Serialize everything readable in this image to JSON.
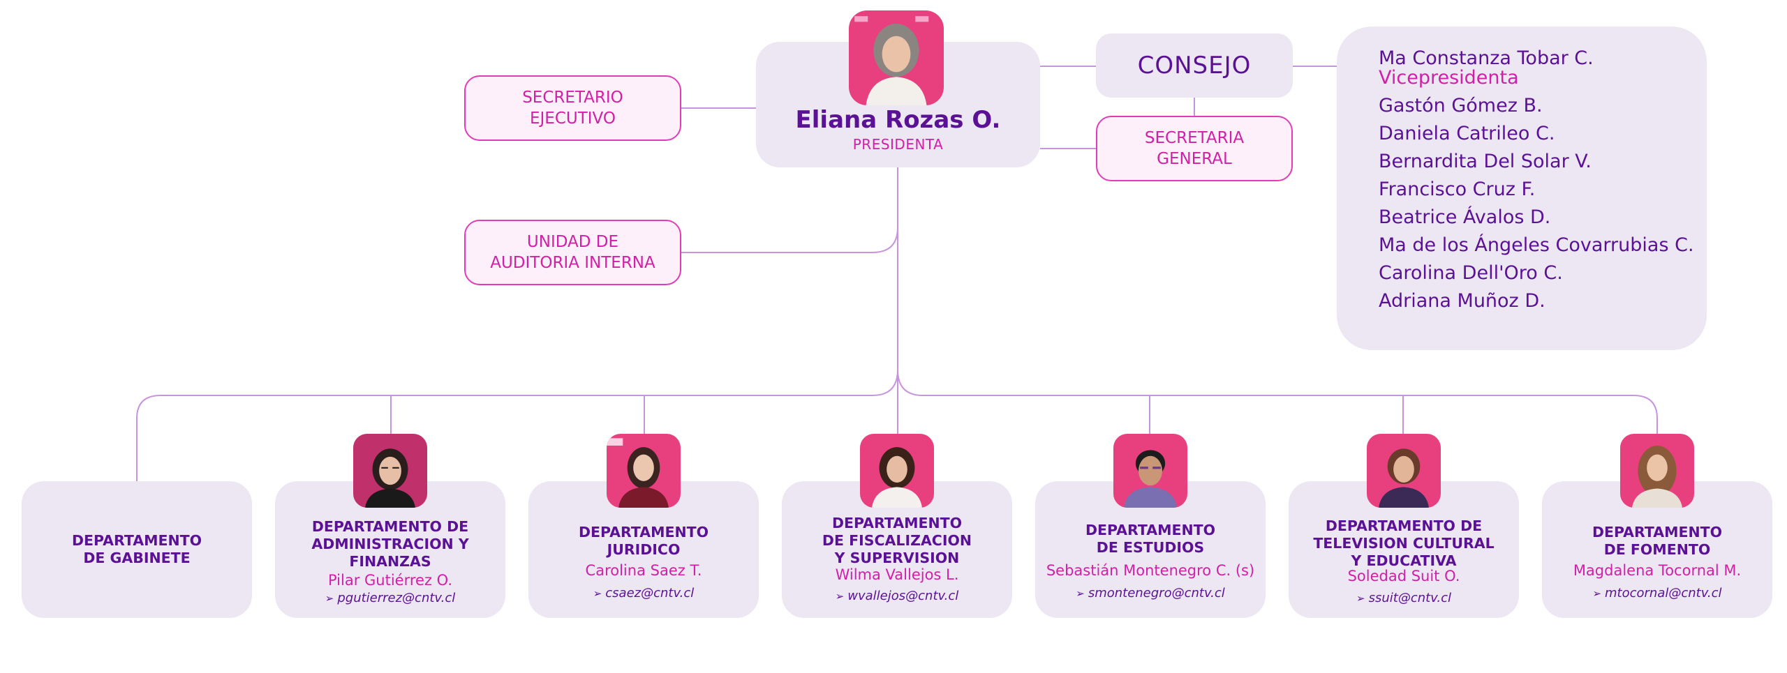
{
  "president": {
    "name": "Eliana Rozas O.",
    "role": "PRESIDENTA"
  },
  "secretario_ejecutivo": "SECRETARIO\nEJECUTIVO",
  "unidad_auditoria": "UNIDAD DE\nAUDITORIA INTERNA",
  "consejo": {
    "label": "CONSEJO",
    "secretaria": "SECRETARIA\nGENERAL",
    "members": [
      "Ma Constanza Tobar C.",
      "Vicepresidenta",
      "Gastón Gómez B.",
      "Daniela Catrileo C.",
      "Bernardita Del Solar V.",
      "Francisco Cruz F.",
      "Beatrice Ávalos D.",
      "Ma de los Ángeles Covarrubias C.",
      "Carolina Dell'Oro C.",
      "Adriana Muñoz D."
    ]
  },
  "departments": [
    {
      "title": "DEPARTAMENTO\nDE GABINETE",
      "head": "",
      "email": ""
    },
    {
      "title": "DEPARTAMENTO DE\nADMINISTRACION Y\nFINANZAS",
      "head": "Pilar Gutiérrez O.",
      "email": "pgutierrez@cntv.cl"
    },
    {
      "title": "DEPARTAMENTO\nJURIDICO",
      "head": "Carolina Saez T.",
      "email": "csaez@cntv.cl"
    },
    {
      "title": "DEPARTAMENTO\nDE FISCALIZACION\nY SUPERVISION",
      "head": "Wilma Vallejos L.",
      "email": "wvallejos@cntv.cl"
    },
    {
      "title": "DEPARTAMENTO\nDE ESTUDIOS",
      "head": "Sebastián Montenegro C. (s)",
      "email": "smontenegro@cntv.cl"
    },
    {
      "title": "DEPARTAMENTO DE\nTELEVISION CULTURAL\nY EDUCATIVA",
      "head": "Soledad Suit O.",
      "email": "ssuit@cntv.cl"
    },
    {
      "title": "DEPARTAMENTO\nDE FOMENTO",
      "head": "Magdalena Tocornal M.",
      "email": "mtocornal@cntv.cl"
    }
  ],
  "colors": {
    "box_fill": "#ede7f3",
    "pill_border": "#e23bb8",
    "pill_fill": "#fdf0fa",
    "dark_purple": "#5a1196",
    "magenta": "#d11fa8",
    "connector": "#c795e0",
    "photo_background": "#e8407f"
  },
  "icons": {
    "email": "send-icon",
    "photo": "person-photo"
  }
}
